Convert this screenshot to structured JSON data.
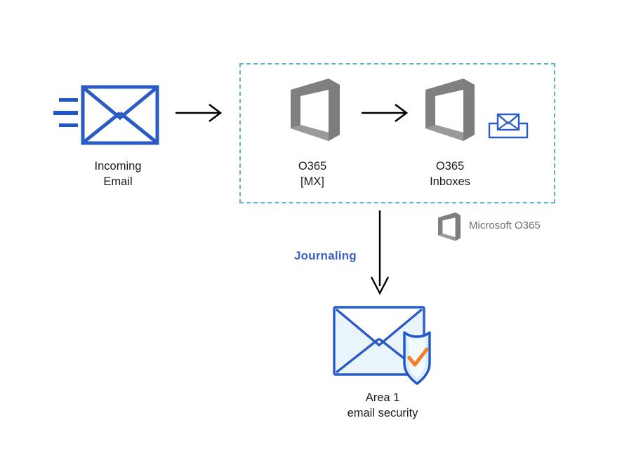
{
  "diagram": {
    "title_colors": {
      "envelope_blue": "#2b5cc5",
      "speed_line_blue": "#1f57c9",
      "dashed_border_teal": "#5fb6c8",
      "office_gray": "#808080",
      "legend_gray": "#6e6e6e",
      "journaling_blue": "#3b62c4",
      "arrow_black": "#000000",
      "shield_check_orange": "#f2812c",
      "envelope_fill_light": "#eaf4fb",
      "text_black": "#1a1a1a"
    },
    "nodes": {
      "incoming_email": {
        "label": "Incoming\nEmail",
        "icon": "envelope-icon"
      },
      "o365_mx": {
        "label": "O365\n[MX]",
        "icon": "office-365-icon"
      },
      "o365_inboxes": {
        "label": "O365\nInboxes",
        "icon": "office-365-icon",
        "secondary_icon": "inbox-tray-icon"
      },
      "area1": {
        "label": "Area 1\nemail security",
        "icon": "email-shield-icon"
      }
    },
    "legend": {
      "label": "Microsoft O365",
      "icon": "office-365-icon"
    },
    "edges": {
      "incoming_to_mx": {
        "label": "",
        "icon": "arrow-right-icon"
      },
      "mx_to_inboxes": {
        "label": "",
        "icon": "arrow-right-icon"
      },
      "inboxes_to_area1": {
        "label": "Journaling",
        "icon": "arrow-down-icon"
      }
    }
  }
}
